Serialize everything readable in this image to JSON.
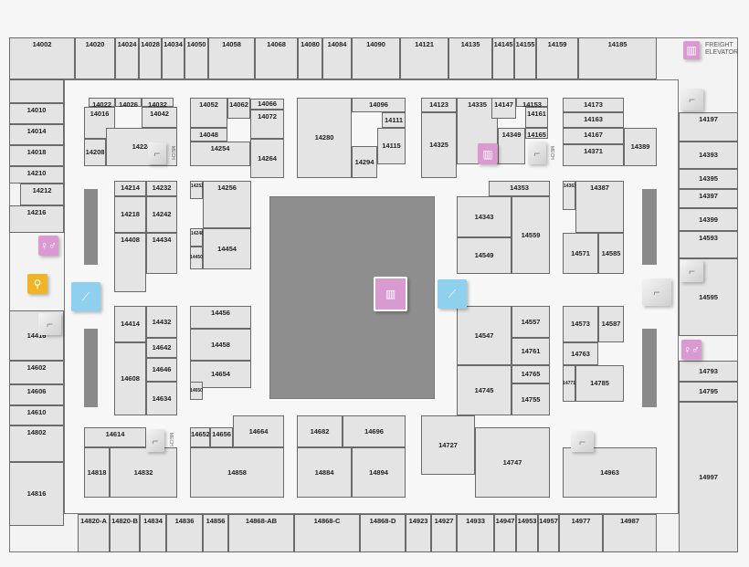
{
  "legend": {
    "freight_elevator_line1": "FREIGHT",
    "freight_elevator_line2": "ELEVATOR",
    "mech": "MECH"
  },
  "icons": {
    "stairs": "stairs-icon",
    "elevator": "elevator-icon",
    "escalator": "escalator-icon",
    "restroom": "restroom-icon",
    "family-restroom": "family-restroom-icon"
  },
  "colors": {
    "unit_fill": "#e4e4e4",
    "corridor": "#f6f6f6",
    "atrium": "#8e8e8e",
    "elevator": "#d89ad0",
    "escalator": "#8fd0ee",
    "family_restroom": "#f0b428"
  },
  "units": [
    "14002",
    "14020",
    "14024",
    "14028",
    "14034",
    "14050",
    "14058",
    "14068",
    "14080",
    "14084",
    "14090",
    "14121",
    "14135",
    "14145",
    "14155",
    "14159",
    "14185",
    "14010",
    "14014",
    "14018",
    "14210",
    "14212",
    "14216",
    "14416",
    "14602",
    "14606",
    "14610",
    "14802",
    "14816",
    "14820-A",
    "14820-B",
    "14834",
    "14836",
    "14856",
    "14868-AB",
    "14868-C",
    "14868-D",
    "14923",
    "14927",
    "14933",
    "14947",
    "14953",
    "14957",
    "14977",
    "14987",
    "14197",
    "14393",
    "14395",
    "14397",
    "14399",
    "14593",
    "14595",
    "14793",
    "14795",
    "14997",
    "14022",
    "14026",
    "14032",
    "14016",
    "14042",
    "14208",
    "14224",
    "14052",
    "14062",
    "14066",
    "14072",
    "14048",
    "14254",
    "14264",
    "14280",
    "14096",
    "14111",
    "14115",
    "14294",
    "14123",
    "14325",
    "14335",
    "14147",
    "14153",
    "14161",
    "14349",
    "14165",
    "14173",
    "14163",
    "14167",
    "14371",
    "14389",
    "14214",
    "14232",
    "14218",
    "14242",
    "14408",
    "14434",
    "14252",
    "14256",
    "14248",
    "14450",
    "14454",
    "14353",
    "14343",
    "14549",
    "14559",
    "14363",
    "14387",
    "14571",
    "14585",
    "14414",
    "14432",
    "14642",
    "14608",
    "14646",
    "14634",
    "14456",
    "14458",
    "14654",
    "14650",
    "14547",
    "14557",
    "14761",
    "14745",
    "14765",
    "14755",
    "14573",
    "14587",
    "14763",
    "14771",
    "14785",
    "14614",
    "14818",
    "14832",
    "14652",
    "14656",
    "14664",
    "14858",
    "14682",
    "14696",
    "14884",
    "14894",
    "14727",
    "14747",
    "14963"
  ]
}
